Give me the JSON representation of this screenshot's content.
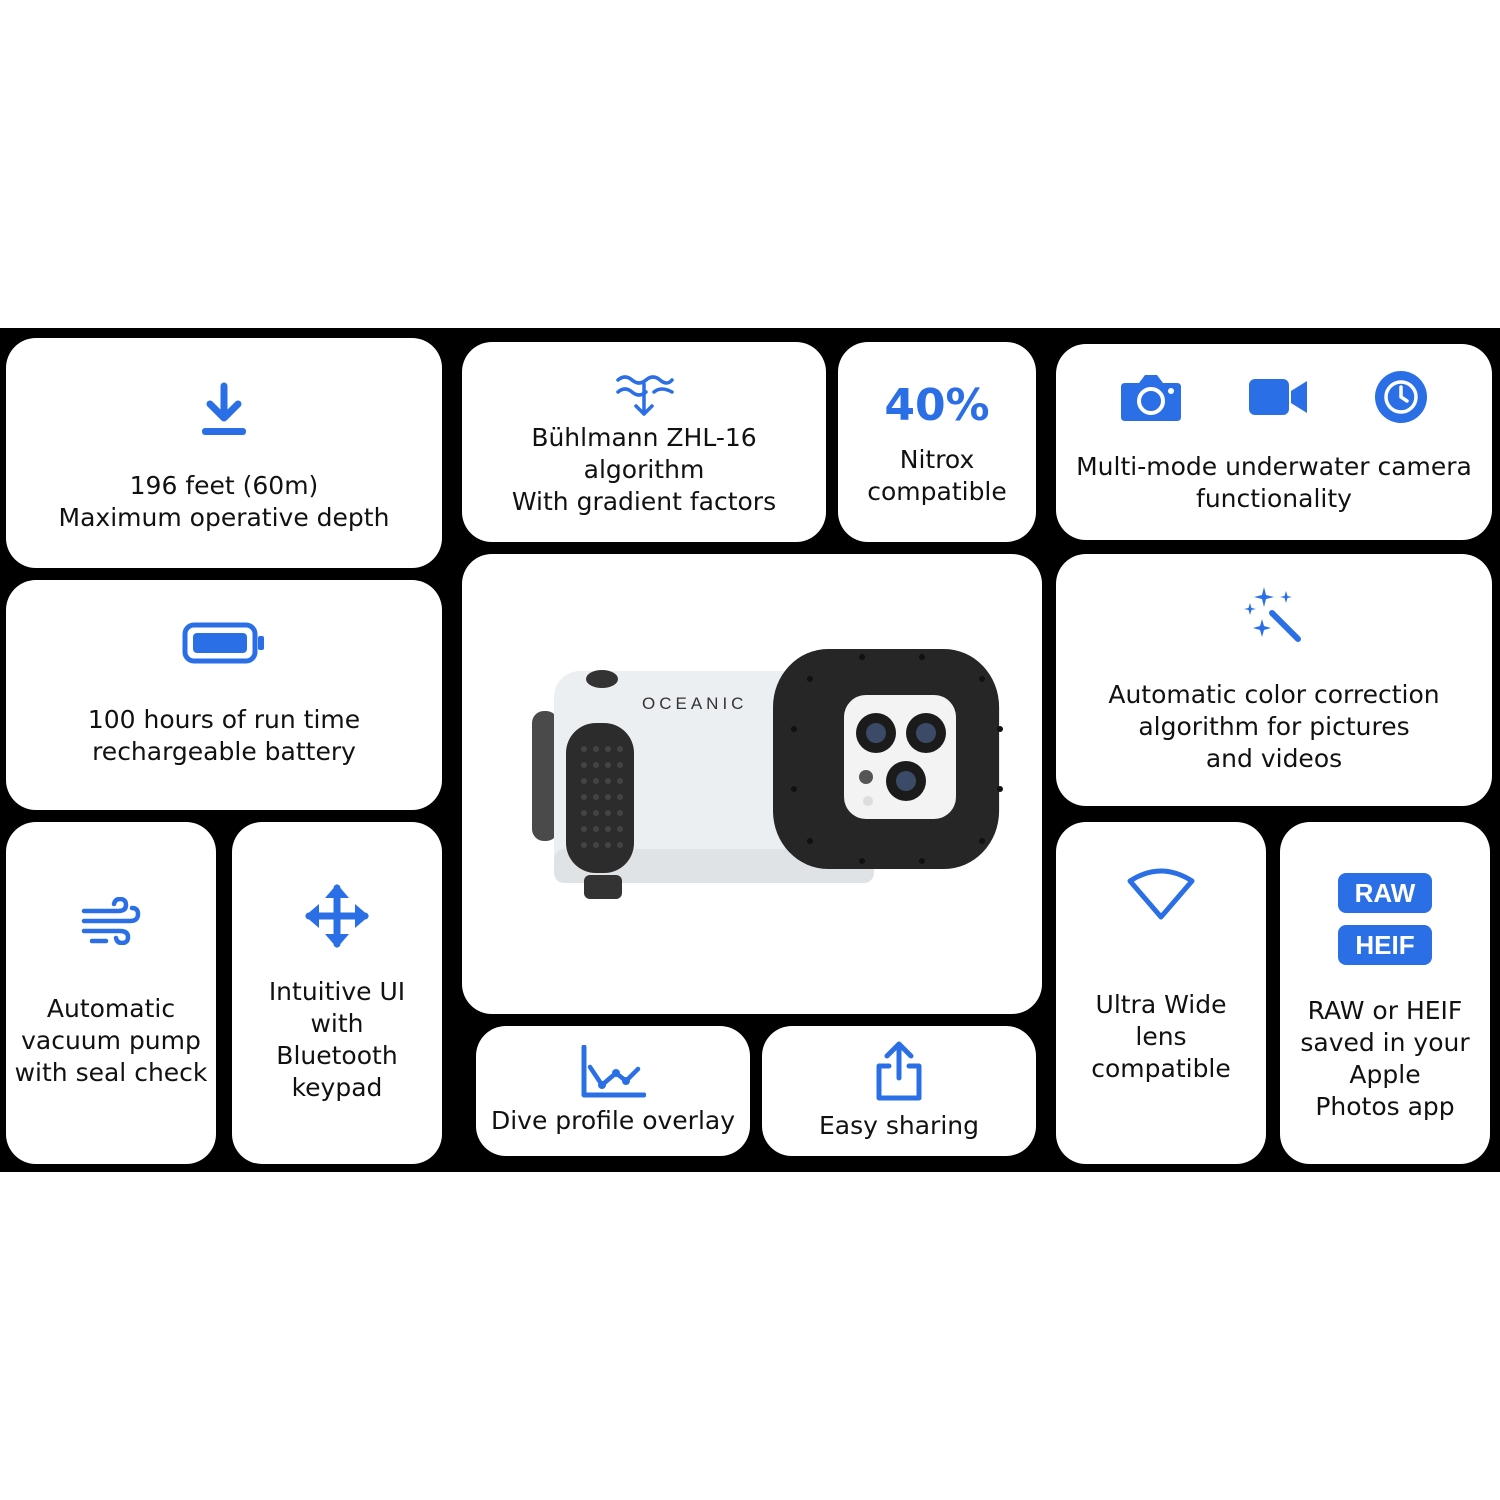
{
  "depth": {
    "lines": [
      "196 feet (60m)",
      "Maximum operative depth"
    ]
  },
  "algorithm": {
    "lines": [
      "Bühlmann ZHL-16",
      "algorithm",
      "With gradient factors"
    ]
  },
  "nitrox": {
    "value": "40%",
    "lines": [
      "Nitrox",
      "compatible"
    ]
  },
  "camera_modes": {
    "lines": [
      "Multi-mode underwater camera",
      "functionality"
    ]
  },
  "battery": {
    "lines": [
      "100 hours of run time",
      "rechargeable battery"
    ]
  },
  "product": {
    "brand": "OCEANIC"
  },
  "color_correction": {
    "lines": [
      "Automatic color correction",
      "algorithm for pictures",
      "and videos"
    ]
  },
  "vacuum": {
    "lines": [
      "Automatic",
      "vacuum pump",
      "with seal check"
    ]
  },
  "ui": {
    "lines": [
      "Intuitive UI",
      "with",
      "Bluetooth",
      "keypad"
    ]
  },
  "ultra_wide": {
    "lines": [
      "Ultra Wide",
      "lens",
      "compatible"
    ]
  },
  "formats": {
    "badge_raw": "RAW",
    "badge_heif": "HEIF",
    "lines": [
      "RAW or HEIF",
      "saved in your",
      "Apple",
      "Photos app"
    ]
  },
  "dive_profile": {
    "label": "Dive profile overlay"
  },
  "sharing": {
    "label": "Easy sharing"
  },
  "colors": {
    "accent": "#2b6fe6",
    "background": "#000000",
    "card": "#ffffff"
  }
}
